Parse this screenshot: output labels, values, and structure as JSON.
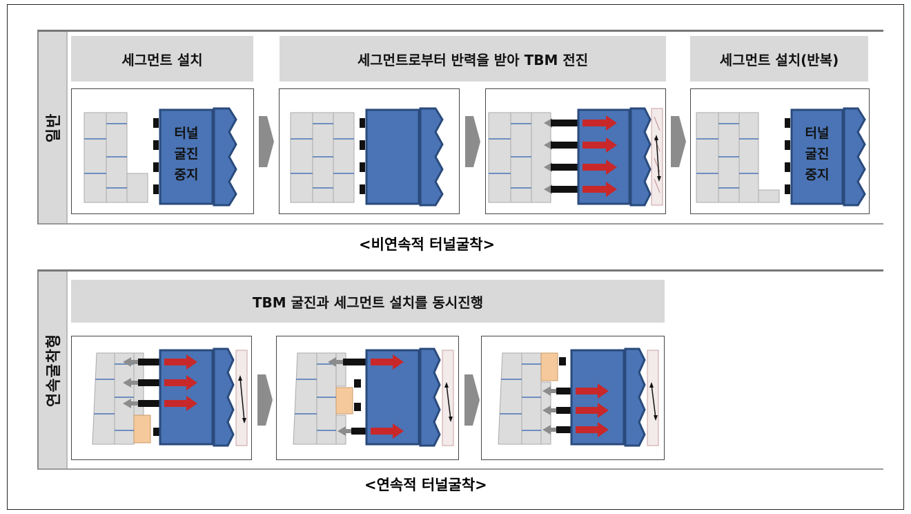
{
  "general": {
    "side_label": "일반",
    "phases": [
      "세그먼트 설치",
      "세그먼트로부터 반력을 받아 TBM 전진",
      "세그먼트 설치(반복)"
    ],
    "stop_text": [
      "터널",
      "굴진",
      "중지"
    ],
    "caption": "<비연속적 터널굴착>"
  },
  "continuous": {
    "side_label": "연속굴착형",
    "phase": "TBM 굴진과 세그먼트 설치를 동시진행",
    "caption": "<연속적 터널굴착>"
  },
  "colors": {
    "tbm_blue": "#4a74b5",
    "tbm_dark": "#2a4a7c",
    "segment": "#dcdcdc",
    "segment_new": "#f5c99b",
    "thrust_red": "#c8282a",
    "reaction_gray": "#8c8c8c"
  }
}
